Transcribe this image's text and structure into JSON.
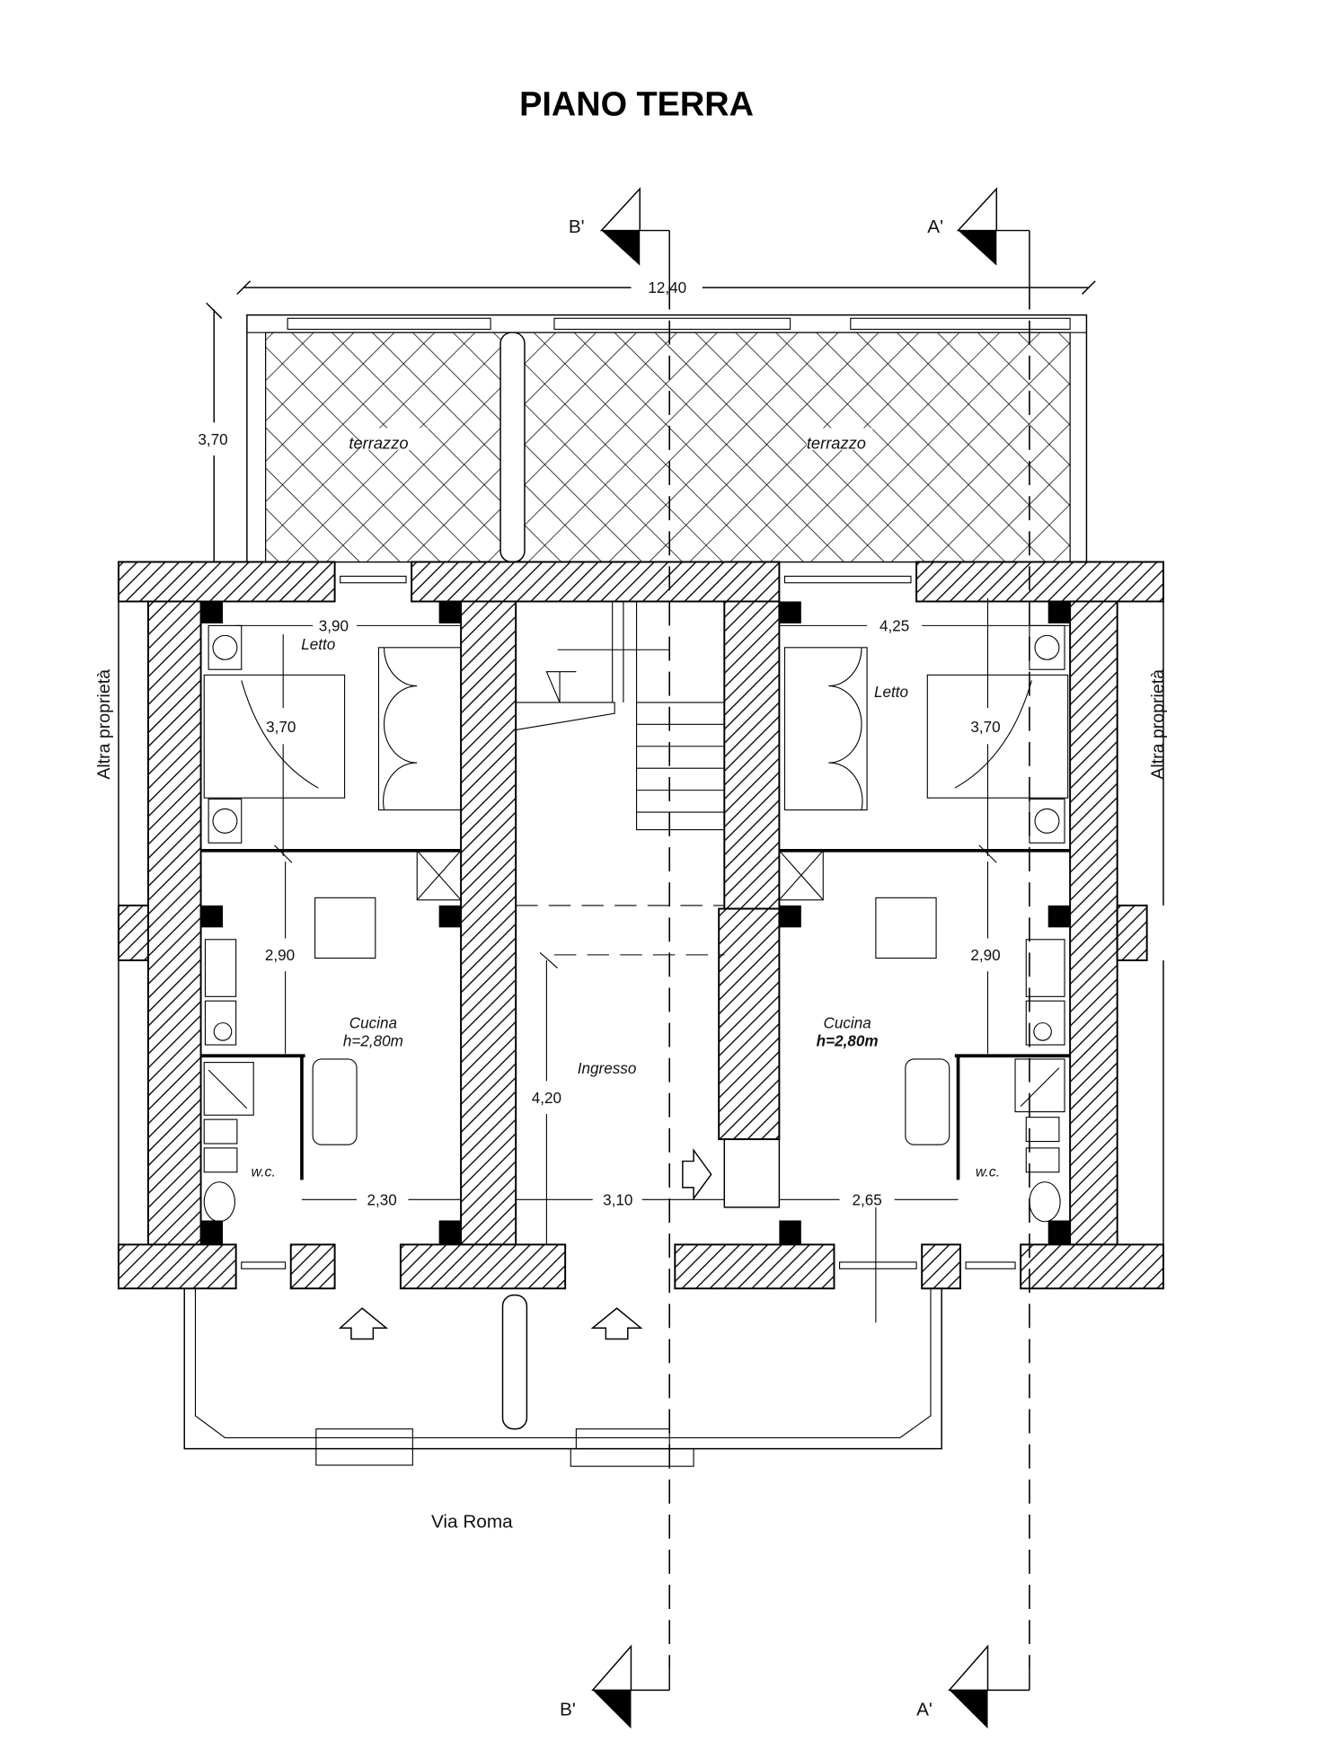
{
  "title": "PIANO TERRA",
  "sections": {
    "b_top": "B'",
    "a_top": "A'",
    "b_bottom": "B'",
    "a_bottom": "A'"
  },
  "dimensions": {
    "overall_width": "12,40",
    "terrace_depth": "3,70",
    "left_bedroom_width": "3,90",
    "right_bedroom_width": "4,25",
    "left_bedroom_depth": "3,70",
    "right_bedroom_depth": "3,70",
    "left_kitchen_depth": "2,90",
    "right_kitchen_depth": "2,90",
    "entrance_depth": "4,20",
    "left_kitchen_width": "2,30",
    "entrance_width": "3,10",
    "right_kitchen_width": "2,65"
  },
  "rooms": {
    "terrace_left": "terrazzo",
    "terrace_right": "terrazzo",
    "bedroom_left": "Letto",
    "bedroom_right": "Letto",
    "kitchen_left": "Cucina",
    "kitchen_left_height": "h=2,80m",
    "kitchen_right": "Cucina",
    "kitchen_right_height": "h=2,80m",
    "entrance": "Ingresso",
    "wc_left": "w.c.",
    "wc_right": "w.c."
  },
  "neighbors": {
    "left": "Altra proprietà",
    "right": "Altra proprietà"
  },
  "street": "Via Roma"
}
